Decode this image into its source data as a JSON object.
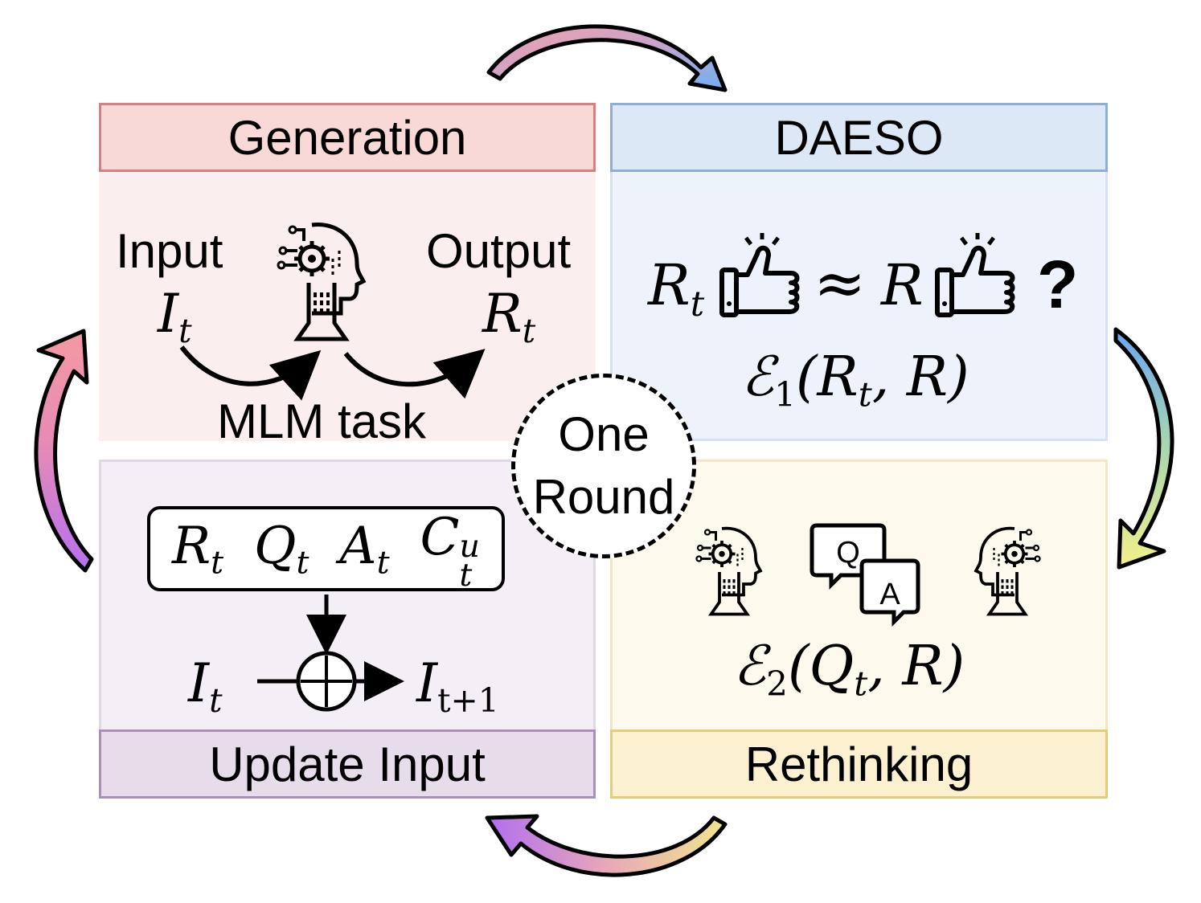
{
  "panels": {
    "generation": {
      "title": "Generation",
      "input_label": "Input",
      "output_label": "Output",
      "task_label": "MLM task",
      "input_var": "I",
      "input_sub": "t",
      "output_var": "R",
      "output_sub": "t"
    },
    "daeso": {
      "title": "DAESO",
      "lhs_var": "R",
      "lhs_sub": "t",
      "approx": "≈",
      "rhs_var": "R",
      "question": "?",
      "metric_sym": "ℰ",
      "metric_sub": "1",
      "metric_args": "(R",
      "metric_args_sub": "t",
      "metric_args_end": ", R)"
    },
    "rethinking": {
      "title": "Rethinking",
      "qa_q": "Q",
      "qa_a": "A",
      "metric_sym": "ℰ",
      "metric_sub": "2",
      "metric_args": "(Q",
      "metric_args_sub": "t",
      "metric_args_end": ", R)"
    },
    "update": {
      "title": "Update Input",
      "box_terms": [
        {
          "var": "R",
          "sub": "t",
          "sup": ""
        },
        {
          "var": "Q",
          "sub": "t",
          "sup": ""
        },
        {
          "var": "A",
          "sub": "t",
          "sup": ""
        },
        {
          "var": "C",
          "sub": "t",
          "sup": "u"
        }
      ],
      "in_var": "I",
      "in_sub": "t",
      "out_var": "I",
      "out_sub": "t+1"
    }
  },
  "center": {
    "line1": "One",
    "line2": "Round"
  },
  "colors": {
    "gen_fill": "#fbeeee",
    "gen_header": "#f8d9d8",
    "gen_border": "#d9807e",
    "daeso_fill": "#eef3fb",
    "daeso_header": "#dde8f7",
    "daeso_border": "#8eaed6",
    "reth_fill": "#fdf9ec",
    "reth_header": "#fbf0cf",
    "reth_border": "#e6cc7a",
    "upd_fill": "#f4eff6",
    "upd_header": "#e6dcea",
    "upd_border": "#a98fba"
  }
}
